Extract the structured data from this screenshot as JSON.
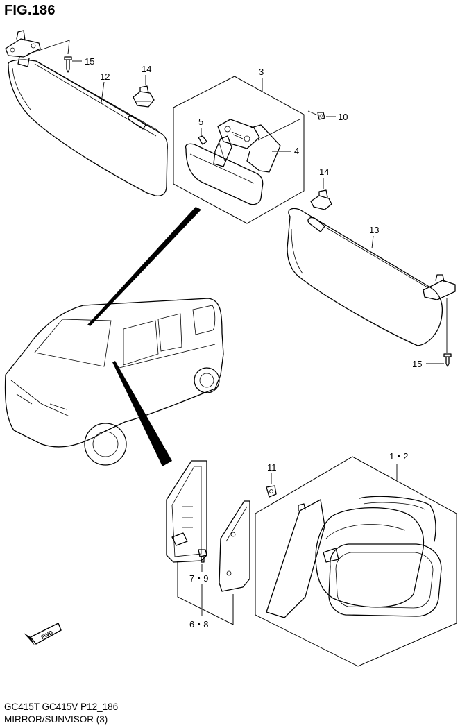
{
  "header": {
    "figure_title": "FIG.186"
  },
  "footer": {
    "model_line": "GC415T GC415V P12_186",
    "section_title": "MIRROR/SUNVISOR (3)"
  },
  "direction_badge": {
    "label": "FWD"
  },
  "callouts": {
    "c1_2": "1・2",
    "c3": "3",
    "c4": "4",
    "c5": "5",
    "c6_8": "6・8",
    "c7_9": "7・9",
    "c10": "10",
    "c11": "11",
    "c12": "12",
    "c13": "13",
    "c14a": "14",
    "c14b": "14",
    "c15a": "15",
    "c15b": "15"
  }
}
